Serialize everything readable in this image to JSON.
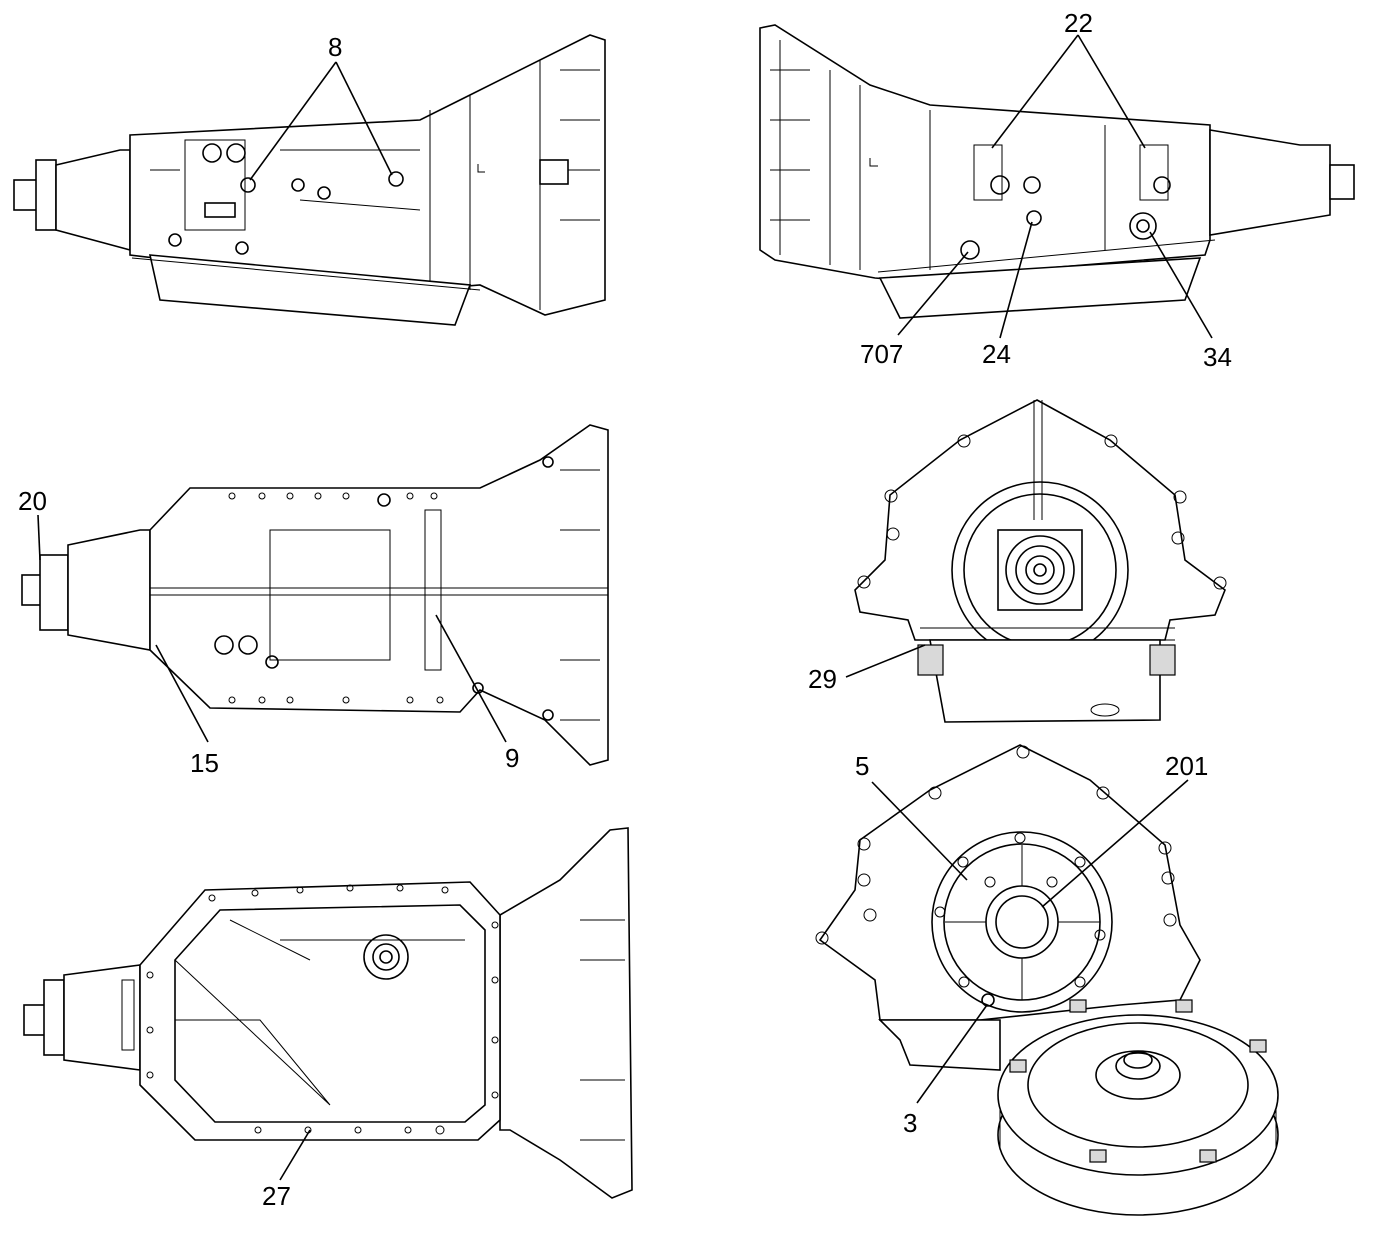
{
  "figure": {
    "callouts": {
      "c8": "8",
      "c22": "22",
      "c707": "707",
      "c24": "24",
      "c34": "34",
      "c20": "20",
      "c15": "15",
      "c9": "9",
      "c29": "29",
      "c5": "5",
      "c201": "201",
      "c3": "3",
      "c27": "27"
    }
  }
}
